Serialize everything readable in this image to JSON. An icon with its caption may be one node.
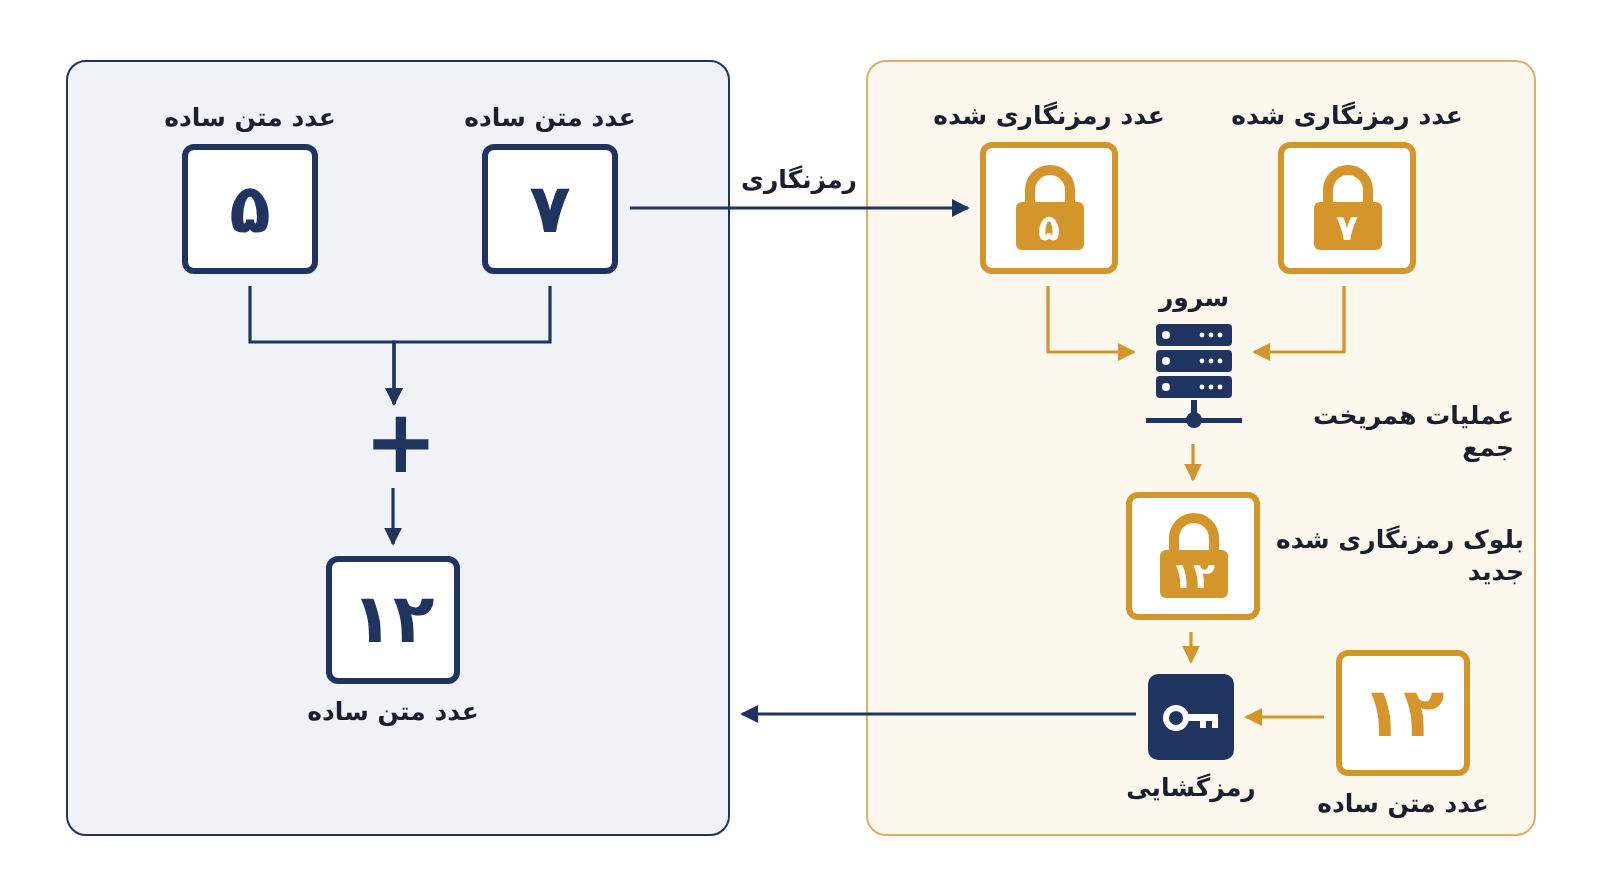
{
  "diagram": {
    "nodes": [
      {
        "text": [],
        "shape": "box"
      },
      {
        "text": [
          "عدد متن ساده",
          "۵"
        ],
        "in": 0
      },
      {
        "text": [
          "عدد متن ساده",
          "۷"
        ],
        "in": 0
      },
      {
        "text": [
          "+"
        ],
        "in": 0
      },
      {
        "text": [
          "۱۲",
          "عدد متن ساده"
        ],
        "in": 0
      },
      {
        "text": [],
        "shape": "box"
      },
      {
        "text": [
          "عدد رمزنگاری شده",
          "۵"
        ],
        "in": 5
      },
      {
        "text": [
          "عدد رمزنگاری شده",
          "۷"
        ],
        "in": 5
      },
      {
        "text": [
          "سرور"
        ],
        "beside": [
          "عملیات همریخت جمع"
        ],
        "in": 5
      },
      {
        "text": [
          "۱۲"
        ],
        "beside": [
          "بلوک رمزنگاری شده جدید"
        ],
        "in": 5
      },
      {
        "text": [
          "رمزگشایی"
        ],
        "in": 5
      },
      {
        "text": [
          "۱۲",
          "عدد متن ساده"
        ],
        "in": 5
      }
    ],
    "edges": [
      {
        "from": 2,
        "to": 6,
        "arrow": "to",
        "label": "رمزنگاری"
      },
      {
        "from": 1,
        "to": 3,
        "arrow": "to"
      },
      {
        "from": 2,
        "to": 3,
        "arrow": "to"
      },
      {
        "from": 3,
        "to": 4,
        "arrow": "to"
      },
      {
        "from": 6,
        "to": 8,
        "arrow": "to",
        "color": "#d4952a"
      },
      {
        "from": 7,
        "to": 8,
        "arrow": "to",
        "color": "#d4952a"
      },
      {
        "from": 8,
        "to": 9,
        "arrow": "to",
        "color": "#d4952a"
      },
      {
        "from": 9,
        "to": 10,
        "arrow": "to",
        "color": "#d4952a"
      },
      {
        "from": 11,
        "to": 10,
        "arrow": "to",
        "color": "#d4952a"
      },
      {
        "from": 10,
        "to": 0,
        "arrow": "to"
      }
    ]
  }
}
